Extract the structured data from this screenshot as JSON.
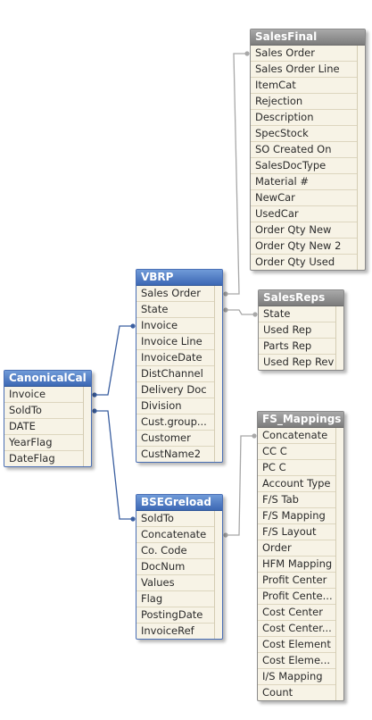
{
  "tables": [
    {
      "id": "salesfinal",
      "title": "SalesFinal",
      "active": false,
      "fields": [
        "Sales Order",
        "Sales Order Line",
        "ItemCat",
        "Rejection",
        "Description",
        "SpecStock",
        "SO Created On",
        "SalesDocType",
        "Material #",
        "NewCar",
        "UsedCar",
        "Order Qty New",
        "Order Qty New 2",
        "Order Qty Used"
      ]
    },
    {
      "id": "vbrp",
      "title": "VBRP",
      "active": true,
      "fields": [
        "Sales Order",
        "State",
        "Invoice",
        "Invoice Line",
        "InvoiceDate",
        "DistChannel",
        "Delivery Doc",
        "Division",
        "Cust.group...",
        "Customer",
        "CustName2"
      ]
    },
    {
      "id": "salesreps",
      "title": "SalesReps",
      "active": false,
      "fields": [
        "State",
        "Used Rep",
        "Parts Rep",
        "Used Rep Rev"
      ]
    },
    {
      "id": "canonicalcal",
      "title": "CanonicalCal",
      "active": true,
      "fields": [
        "Invoice",
        "SoldTo",
        "DATE",
        "YearFlag",
        "DateFlag"
      ]
    },
    {
      "id": "fsmappings",
      "title": "FS_Mappings",
      "active": false,
      "fields": [
        "Concatenate",
        "CC C",
        "PC C",
        "Account Type",
        "F/S Tab",
        "F/S Mapping",
        "F/S Layout",
        "Order",
        "HFM Mapping",
        "Profit Center",
        "Profit Cente...",
        "Cost Center",
        "Cost Center...",
        "Cost Element",
        "Cost Eleme...",
        "I/S Mapping",
        "Count"
      ]
    },
    {
      "id": "bsegreload",
      "title": "BSEGreload",
      "active": true,
      "fields": [
        "SoldTo",
        "Concatenate",
        "Co. Code",
        "DocNum",
        "Values",
        "Flag",
        "PostingDate",
        "InvoiceRef"
      ]
    }
  ],
  "links": [
    {
      "from": "canonicalcal.Invoice",
      "to": "vbrp.Invoice",
      "color": "#3b5fa0"
    },
    {
      "from": "canonicalcal.SoldTo",
      "to": "bsegreload.SoldTo",
      "color": "#3b5fa0"
    },
    {
      "from": "vbrp.Sales Order",
      "to": "salesfinal.Sales Order",
      "color": "#a8a8a8"
    },
    {
      "from": "vbrp.State",
      "to": "salesreps.State",
      "color": "#a8a8a8"
    },
    {
      "from": "bsegreload.Concatenate",
      "to": "fsmappings.Concatenate",
      "color": "#a8a8a8"
    }
  ]
}
